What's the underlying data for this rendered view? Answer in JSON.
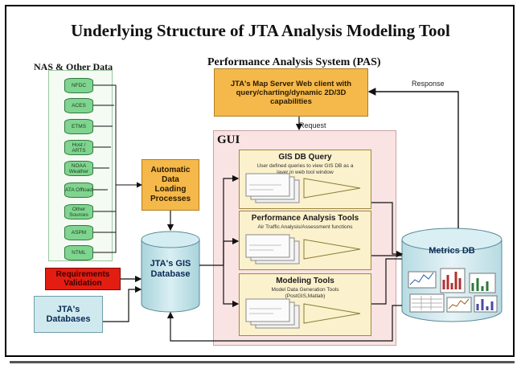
{
  "title": "Underlying Structure of JTA Analysis Modeling Tool",
  "pas_title": "Performance Analysis System (PAS)",
  "nas": {
    "title": "NAS & Other Data",
    "sources": [
      "NFDC",
      "ACES",
      "ETMS",
      "Host / ARTS",
      "NOAA Weather",
      "ATA Offload",
      "Other Sources",
      "ASPM",
      "NTML"
    ]
  },
  "map_server": "JTA's  Map Server Web client with query/charting/dynamic 2D/3D capabilities",
  "labels": {
    "request": "Request",
    "response": "Response"
  },
  "auto_loading": "Automatic Data Loading Processes",
  "gis_database": "JTA's GIS Database",
  "requirements_validation": "Requirements Validation",
  "jta_databases": "JTA's Databases",
  "gui": {
    "label": "GUI",
    "tools": [
      {
        "title": "GIS DB Query",
        "subtitle": "User defined queries to view GIS DB as a layer in web tool window"
      },
      {
        "title": "Performance Analysis Tools",
        "subtitle": "Air Traffic Analysis/Assessment functions"
      },
      {
        "title": "Modeling Tools",
        "subtitle": "Model Data Generation Tools (PostGIS,Matlab)"
      }
    ]
  },
  "metrics_db": "Metrics DB",
  "colors": {
    "source_green": "#7fd58f",
    "process_orange": "#f5b84a",
    "gis_cyan": "#cfe9ef",
    "requirements_red": "#e41d12",
    "gui_pink": "#fae3e3",
    "tool_yellow": "#fbf1cc"
  }
}
